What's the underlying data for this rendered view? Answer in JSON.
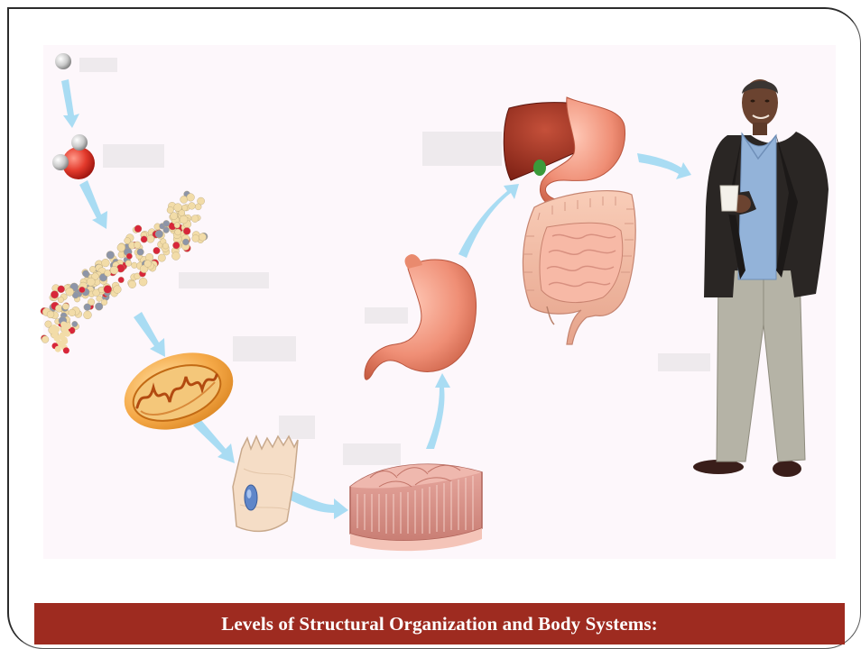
{
  "slide": {
    "title": "Levels of Structural Organization and Body Systems:"
  },
  "diagram": {
    "levels": [
      {
        "id": "atom",
        "label": ""
      },
      {
        "id": "molecule",
        "label": ""
      },
      {
        "id": "macromolecule",
        "label": ""
      },
      {
        "id": "organelle",
        "label": ""
      },
      {
        "id": "cell",
        "label": ""
      },
      {
        "id": "tissue",
        "label": ""
      },
      {
        "id": "organ",
        "label": ""
      },
      {
        "id": "organ-system",
        "label": ""
      },
      {
        "id": "organism",
        "label": ""
      }
    ],
    "colors": {
      "arrow": "#a9dcf3",
      "label_box": "#eeeaed",
      "panel": "#fdf7fb",
      "title_bar": "#9e2b20"
    }
  }
}
